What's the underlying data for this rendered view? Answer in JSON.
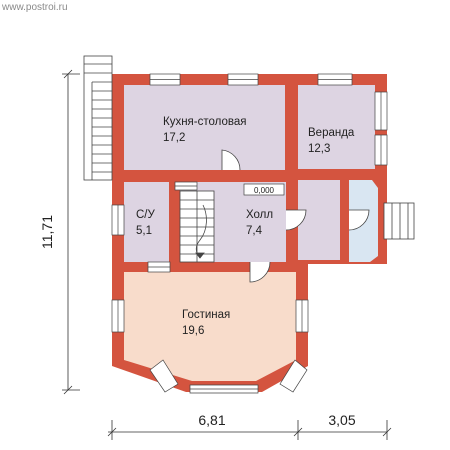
{
  "watermark": "www.postroi.ru",
  "rooms": [
    {
      "name": "Кухня-столовая",
      "area": "17,2"
    },
    {
      "name": "Веранда",
      "area": "12,3"
    },
    {
      "name": "С/У",
      "area": "5,1"
    },
    {
      "name": "Холл",
      "area": "7,4"
    },
    {
      "name": "Гостиная",
      "area": "19,6"
    }
  ],
  "level_mark": "0,000",
  "dimensions": {
    "height": "11,71",
    "width_main": "6,81",
    "width_extra": "3,05"
  },
  "colors": {
    "wall": "#d4543f",
    "wall_dark": "#b84432",
    "room_purple": "#ddd4e2",
    "room_living": "#f8dccb",
    "room_bay_window": "#d9e6f2",
    "window": "#ffffff"
  }
}
